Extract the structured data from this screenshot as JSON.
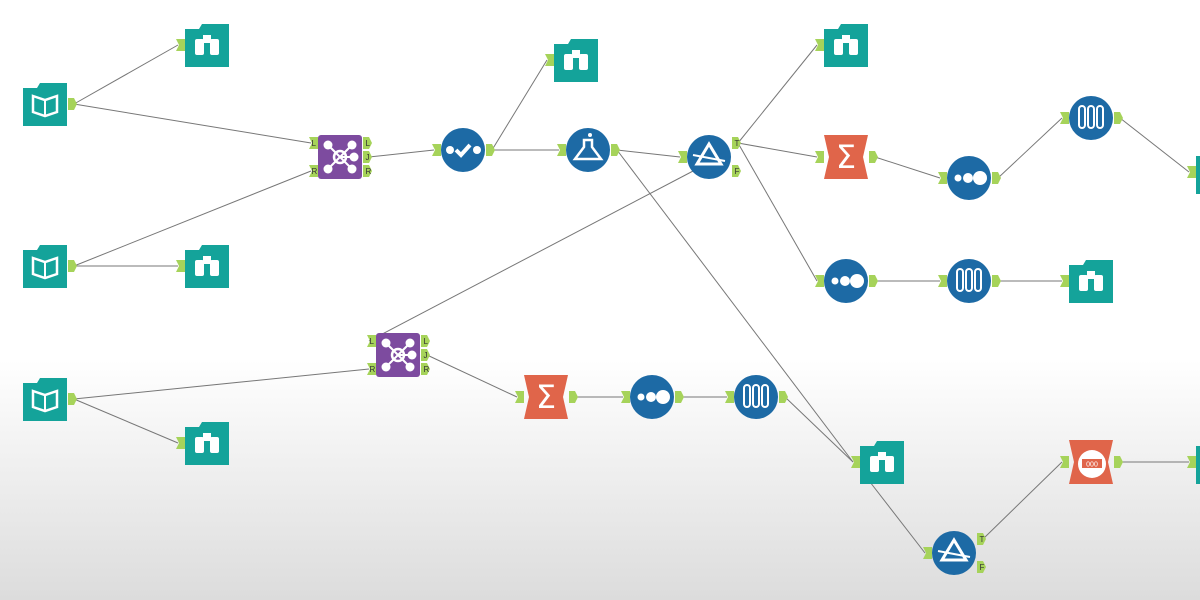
{
  "canvas": {
    "colors": {
      "input": "#14a39a",
      "browse": "#14a39a",
      "join": "#7d4b9f",
      "preparation": "#1d6aa5",
      "transform": "#e0654a",
      "anchor": "#a6d35a",
      "connection": "#777777"
    },
    "tools": [
      {
        "id": "input1",
        "type": "input",
        "icon": "book-icon"
      },
      {
        "id": "input2",
        "type": "input",
        "icon": "book-icon"
      },
      {
        "id": "input3",
        "type": "input",
        "icon": "book-icon"
      },
      {
        "id": "browse1",
        "type": "browse",
        "icon": "binoculars-icon"
      },
      {
        "id": "browse2",
        "type": "browse",
        "icon": "binoculars-icon"
      },
      {
        "id": "browse3",
        "type": "browse",
        "icon": "binoculars-icon"
      },
      {
        "id": "browse4",
        "type": "browse",
        "icon": "binoculars-icon"
      },
      {
        "id": "browse5",
        "type": "browse",
        "icon": "binoculars-icon"
      },
      {
        "id": "browse6",
        "type": "browse",
        "icon": "binoculars-icon"
      },
      {
        "id": "browse7",
        "type": "browse",
        "icon": "binoculars-icon"
      },
      {
        "id": "browse8",
        "type": "browse",
        "icon": "binoculars-icon"
      },
      {
        "id": "browse9",
        "type": "browse",
        "icon": "binoculars-icon"
      },
      {
        "id": "join1",
        "type": "join",
        "icon": "join-icon",
        "inputs": [
          "L",
          "R"
        ],
        "outputs": [
          "L",
          "J",
          "R"
        ]
      },
      {
        "id": "join2",
        "type": "join",
        "icon": "join-icon",
        "inputs": [
          "L",
          "R"
        ],
        "outputs": [
          "L",
          "J",
          "R"
        ]
      },
      {
        "id": "select1",
        "type": "select",
        "icon": "select-check-icon"
      },
      {
        "id": "formula1",
        "type": "formula",
        "icon": "flask-icon"
      },
      {
        "id": "filter1",
        "type": "filter",
        "icon": "filter-prism-icon",
        "outputs": [
          "T",
          "F"
        ]
      },
      {
        "id": "filter2",
        "type": "filter",
        "icon": "filter-prism-icon",
        "outputs": [
          "T",
          "F"
        ]
      },
      {
        "id": "summarize1",
        "type": "summarize",
        "icon": "sigma-icon"
      },
      {
        "id": "summarize2",
        "type": "summarize",
        "icon": "sigma-icon"
      },
      {
        "id": "unique1",
        "type": "unique",
        "icon": "dots-icon"
      },
      {
        "id": "unique2",
        "type": "unique",
        "icon": "dots-icon"
      },
      {
        "id": "unique3",
        "type": "unique",
        "icon": "dots-icon"
      },
      {
        "id": "sample1",
        "type": "sample",
        "icon": "test-tubes-icon"
      },
      {
        "id": "sample2",
        "type": "sample",
        "icon": "test-tubes-icon"
      },
      {
        "id": "sample3",
        "type": "sample",
        "icon": "test-tubes-icon"
      },
      {
        "id": "recordid1",
        "type": "recordid",
        "icon": "record-id-icon",
        "label": "000"
      }
    ]
  }
}
